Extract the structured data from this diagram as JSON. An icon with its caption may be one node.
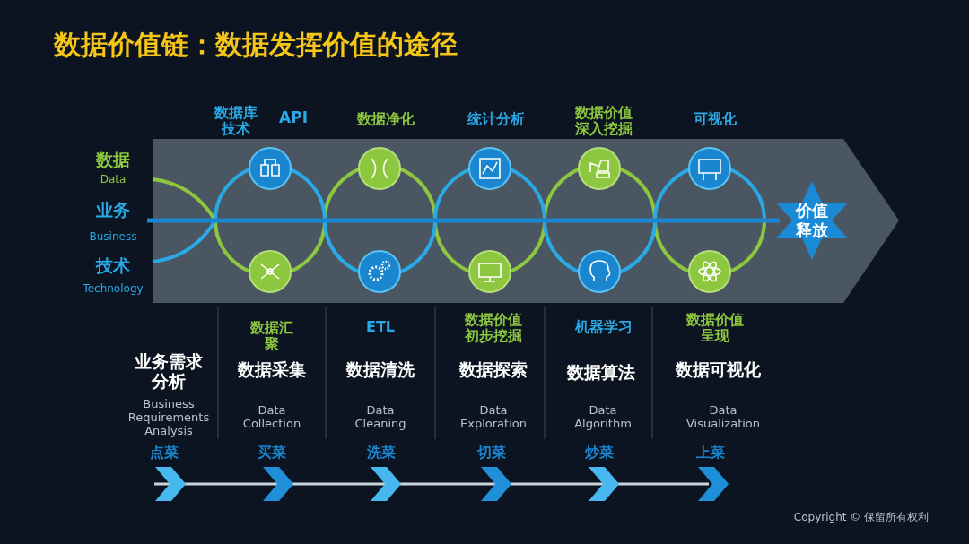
{
  "diagram": {
    "title": "数据价值链：数据发挥价值的途径",
    "nodes": [
      {
        "text": [
          "价值释放"
        ]
      },
      {
        "text": [
          "业务",
          "Business"
        ]
      }
    ],
    "edges": [
      {
        "from": 1,
        "to": 0,
        "arrow": "none"
      }
    ],
    "labels": [
      "数据库技术",
      "API",
      "数据净化",
      "统计分析",
      "数据价值深入挖掘",
      "可视化",
      "数据",
      "Data",
      "技术",
      "Technology",
      "数据汇聚",
      "ETL",
      "数据价值初步挖掘",
      "机器学习",
      "数据价值呈现",
      "业务需求分析",
      "数据采集",
      "数据清洗",
      "数据探索",
      "数据算法",
      "数据可视化",
      "Business Requirements Analysis",
      "Data Collection",
      "Data Cleaning",
      "Data Exploration",
      "Data Algorithm",
      "Data Visualization",
      "点菜",
      "买菜",
      "洗菜",
      "切菜",
      "炒菜",
      "上菜",
      "Copyright © 保留所有权利"
    ]
  }
}
